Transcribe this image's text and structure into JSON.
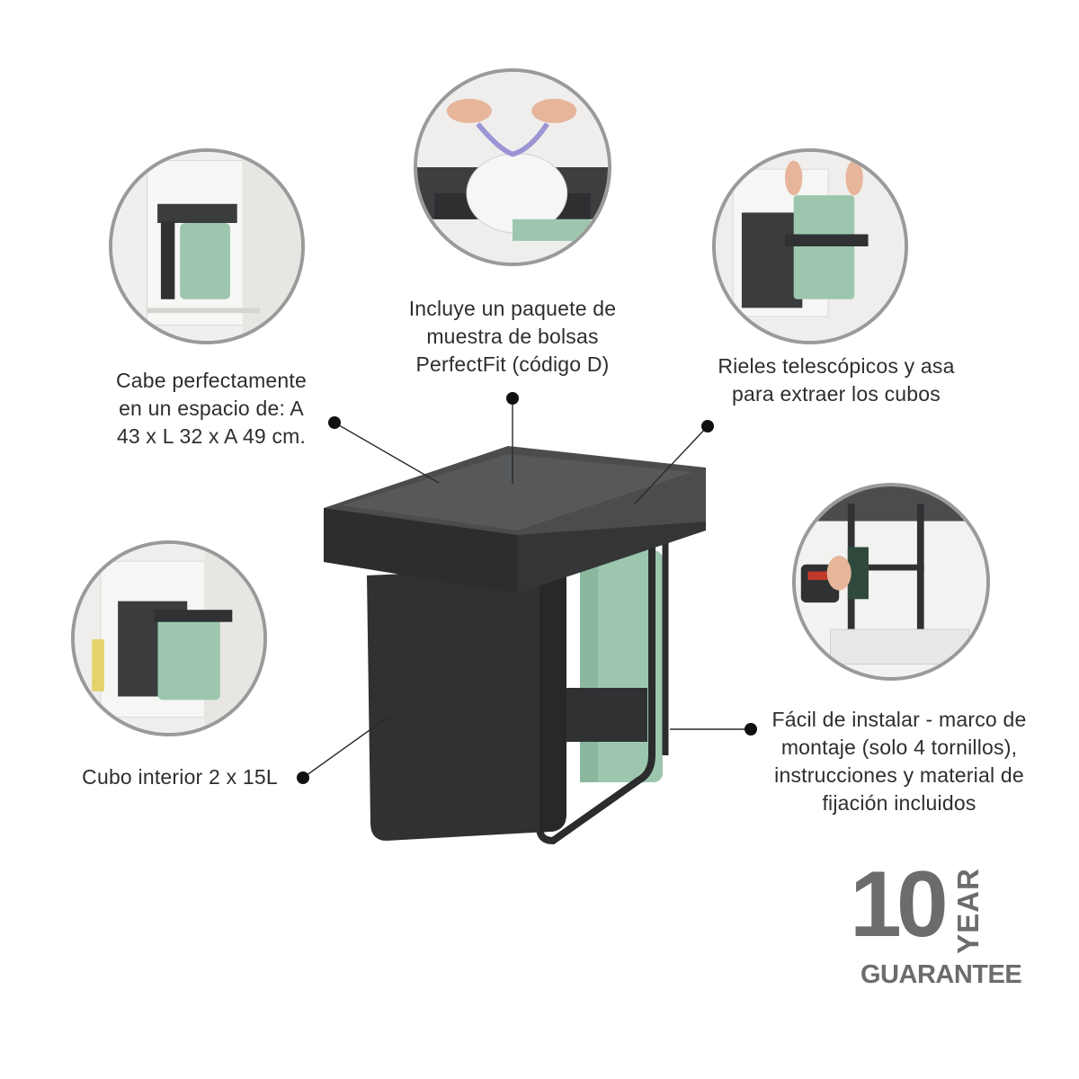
{
  "captions": {
    "space": [
      "Cabe perfectamente",
      "en un espacio de: A",
      "43 x L 32 x A 49 cm."
    ],
    "bags": [
      "Incluye un paquete de",
      "muestra de bolsas",
      "PerfectFit (código D)"
    ],
    "rails": [
      "Rieles telescópicos y asa",
      "para extraer los cubos"
    ],
    "install": [
      "Fácil de instalar - marco de",
      "montaje (solo 4 tornillos),",
      "instrucciones y material de",
      "fijación incluidos"
    ],
    "inner": [
      "Cubo interior 2 x 15L"
    ]
  },
  "guarantee": {
    "number": "10",
    "unit": "YEAR",
    "label": "GUARANTEE"
  },
  "colors": {
    "bin_body": "#2f3133",
    "bin_lid": "#3b3d3f",
    "mint": "#9cc7ae",
    "bubble_border": "#9a9a9a",
    "dot": "#111111",
    "guarantee": "#6c6c6c"
  }
}
